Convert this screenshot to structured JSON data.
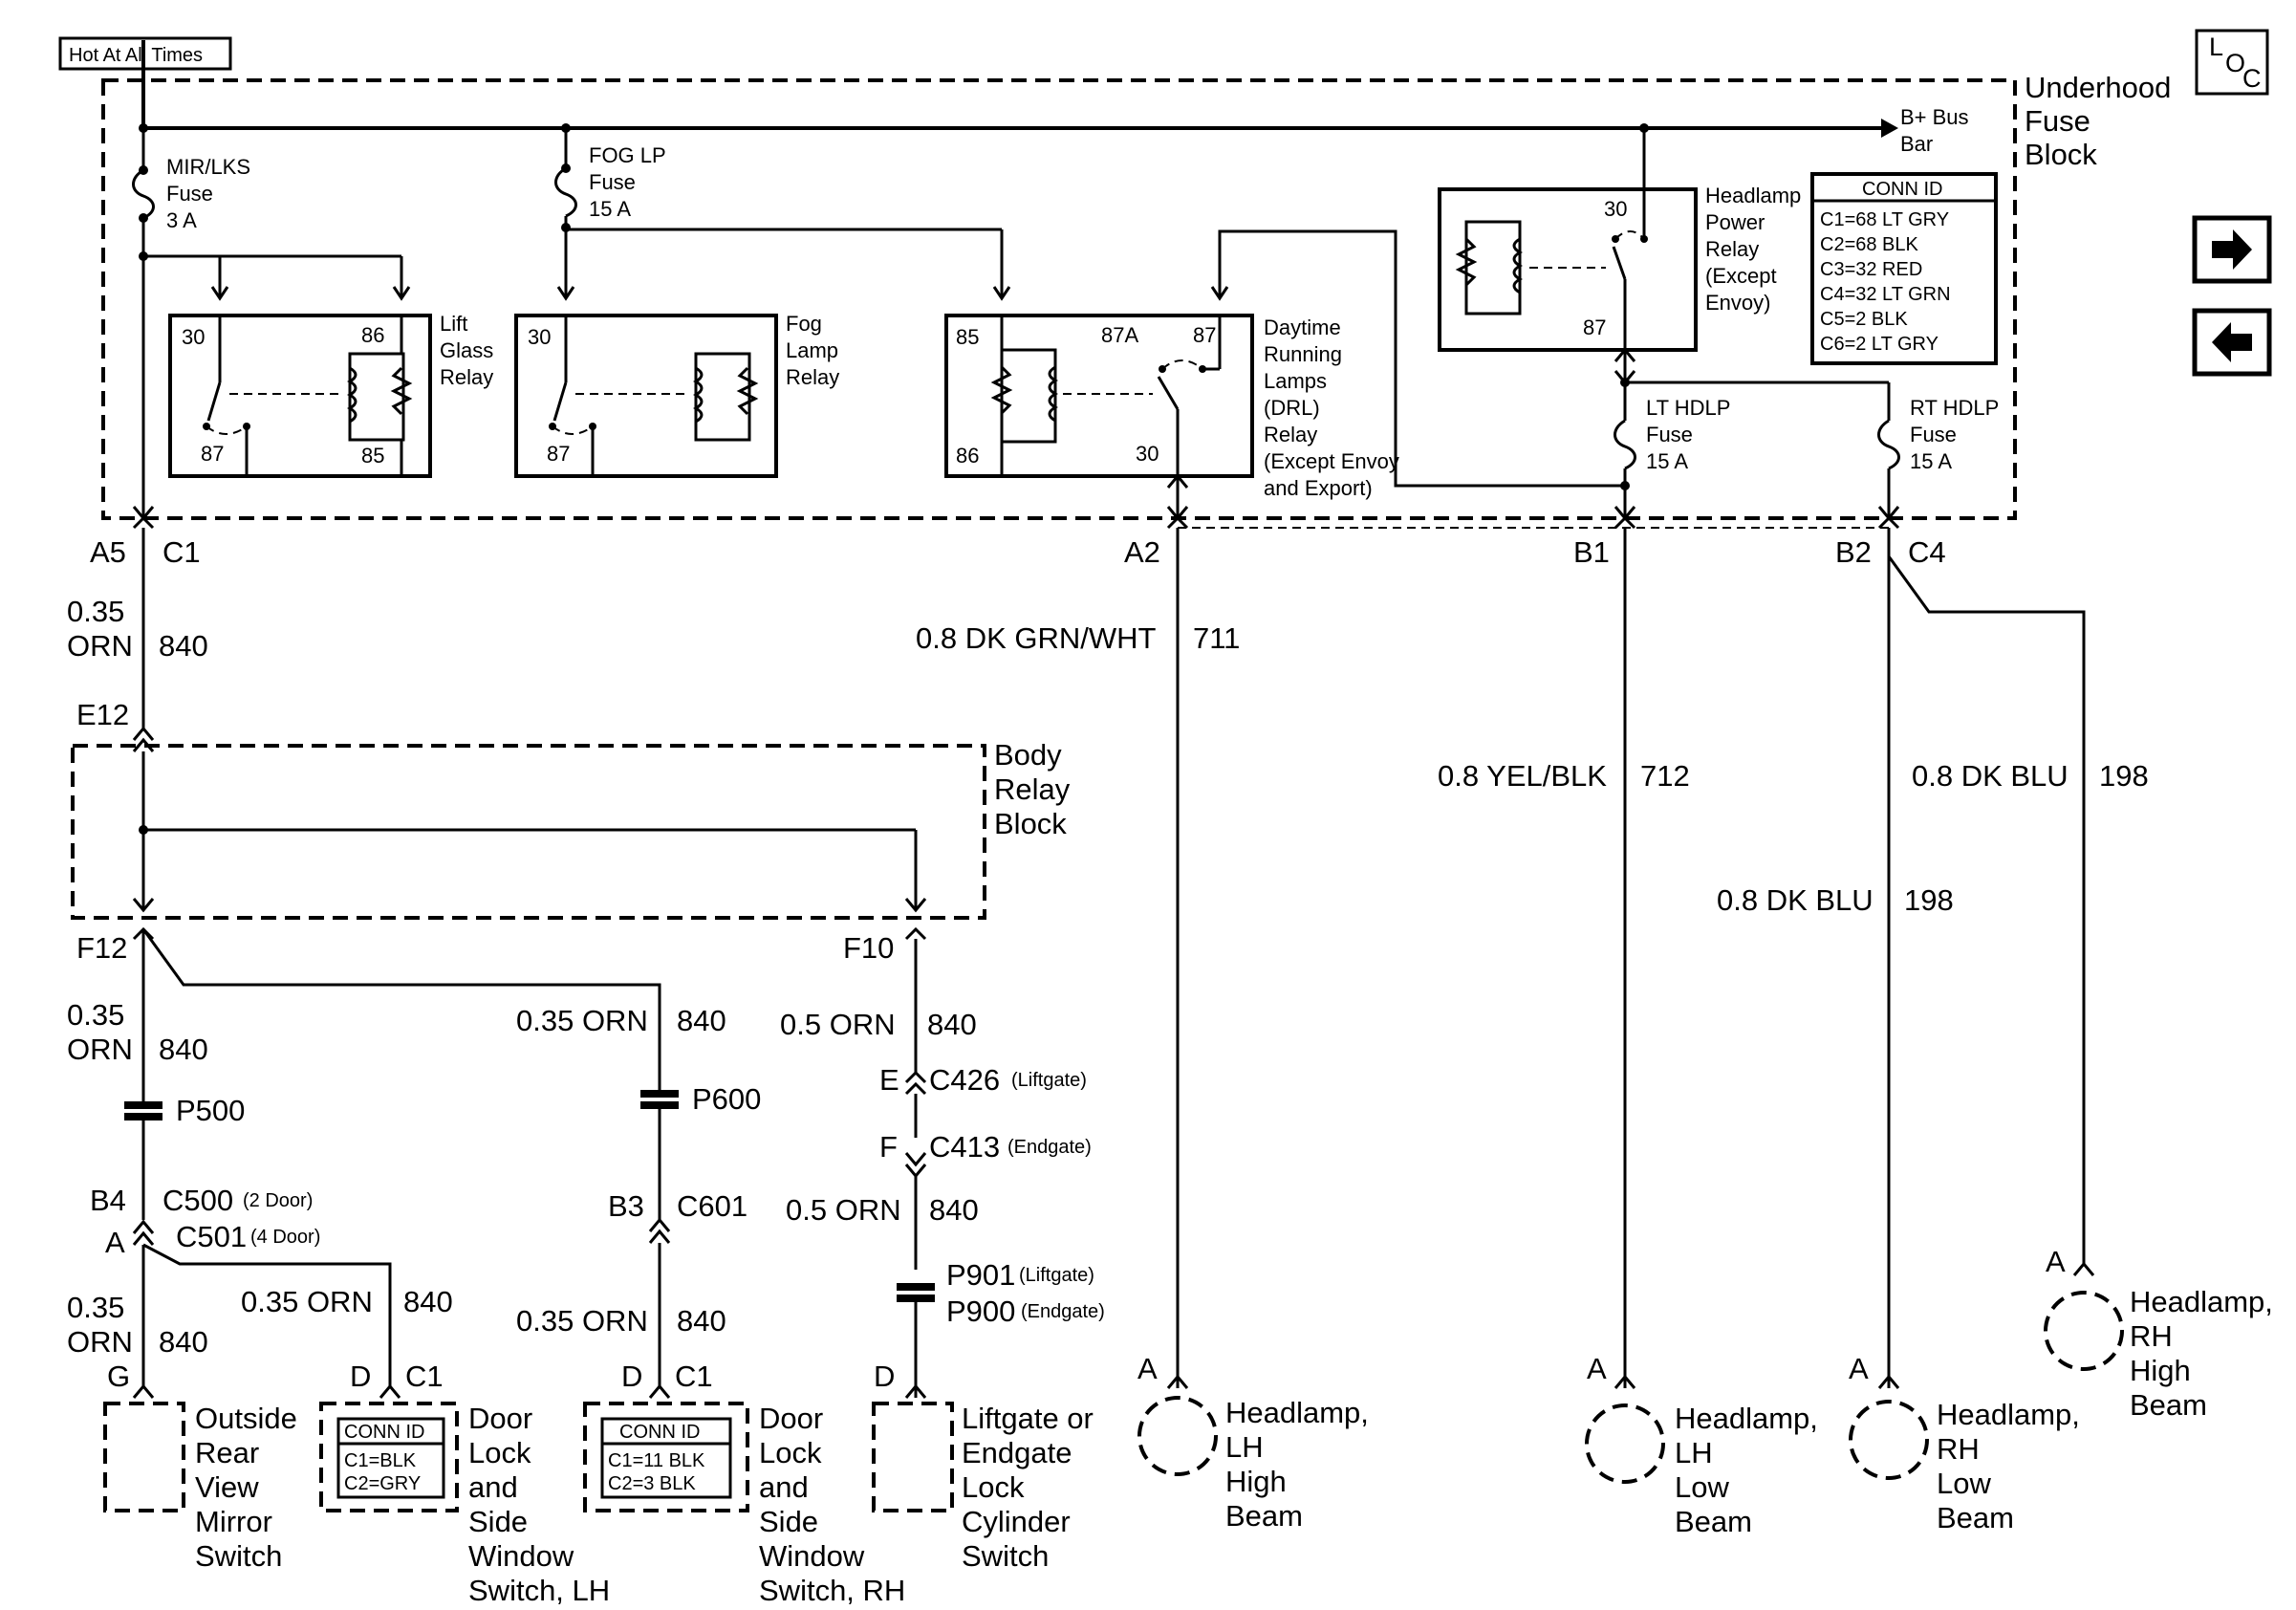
{
  "header": {
    "hot_label": "Hot At All Times"
  },
  "loc_icon": {
    "l": "L",
    "o": "O",
    "c": "C"
  },
  "underhood": {
    "title": [
      "Underhood",
      "Fuse",
      "Block"
    ],
    "bplus": [
      "B+ Bus",
      "Bar"
    ],
    "mir_fuse": [
      "MIR/LKS",
      "Fuse",
      "3 A"
    ],
    "fog_fuse": [
      "FOG LP",
      "Fuse",
      "15 A"
    ],
    "lt_hdlp_fuse": [
      "LT HDLP",
      "Fuse",
      "15 A"
    ],
    "rt_hdlp_fuse": [
      "RT HDLP",
      "Fuse",
      "15 A"
    ],
    "conn_id": {
      "title": "CONN ID",
      "rows": [
        "C1=68 LT GRY",
        "C2=68 BLK",
        "C3=32 RED",
        "C4=32 LT GRN",
        "C5=2 BLK",
        "C6=2 LT GRY"
      ]
    },
    "lift_relay": {
      "label": [
        "Lift",
        "Glass",
        "Relay"
      ],
      "p30": "30",
      "p86": "86",
      "p87": "87",
      "p85": "85"
    },
    "fog_relay": {
      "label": [
        "Fog",
        "Lamp",
        "Relay"
      ],
      "p30": "30",
      "p87": "87"
    },
    "drl_relay": {
      "label": [
        "Daytime",
        "Running",
        "Lamps",
        "(DRL)",
        "Relay",
        "(Except Envoy",
        "and Export)"
      ],
      "p85": "85",
      "p86": "86",
      "p87a": "87A",
      "p87": "87",
      "p30": "30"
    },
    "hdlp_relay": {
      "label": [
        "Headlamp",
        "Power",
        "Relay",
        "(Except",
        "Envoy)"
      ],
      "p30": "30",
      "p87": "87"
    }
  },
  "connectors": {
    "a5": "A5",
    "c1": "C1",
    "a2": "A2",
    "b1": "B1",
    "b2": "B2",
    "c4": "C4",
    "e12": "E12",
    "f12": "F12",
    "f10": "F10",
    "p500": "P500",
    "p600": "P600",
    "b4": "B4",
    "c500": "C500",
    "c500_note": "(2 Door)",
    "a_c501": "A",
    "c501": "C501",
    "c501_note": "(4 Door)",
    "b3": "B3",
    "c601": "C601",
    "e_c426": "E",
    "c426": "C426",
    "c426_note": "(Liftgate)",
    "f_c413": "F",
    "c413": "C413",
    "c413_note": "(Endgate)",
    "p901": "P901",
    "p901_note": "(Liftgate)",
    "p900": "P900",
    "p900_note": "(Endgate)",
    "g_mirror": "G",
    "d_lh": "D",
    "c1_lh": "C1",
    "d_rh": "D",
    "c1_rh": "C1",
    "d_lift": "D",
    "a_lh_high": "A",
    "a_lh_low": "A",
    "a_rh_low": "A",
    "a_rh_high": "A"
  },
  "wires": {
    "top_left": {
      "size": "0.35",
      "color": "ORN",
      "circuit": "840"
    },
    "drl": {
      "label": "0.8 DK GRN/WHT",
      "circuit": "711"
    },
    "lt_hdlp": {
      "label": "0.8 YEL/BLK",
      "circuit": "712"
    },
    "c4_out": {
      "label": "0.8 DK BLU",
      "circuit": "198"
    },
    "rt_hdlp": {
      "label": "0.8 DK BLU",
      "circuit": "198"
    },
    "f12_out": {
      "size": "0.35",
      "color": "ORN",
      "circuit": "840"
    },
    "p600_in": {
      "label": "0.35 ORN",
      "circuit": "840"
    },
    "f10_out": {
      "label": "0.5 ORN",
      "circuit": "840"
    },
    "lift_mid": {
      "label": "0.5 ORN",
      "circuit": "840"
    },
    "mirror": {
      "size": "0.35",
      "color": "ORN",
      "circuit": "840"
    },
    "door_lh": {
      "label": "0.35 ORN",
      "circuit": "840"
    },
    "door_rh": {
      "label": "0.35 ORN",
      "circuit": "840"
    }
  },
  "body_relay": {
    "title": [
      "Body",
      "Relay",
      "Block"
    ]
  },
  "components": {
    "mirror": [
      "Outside",
      "Rear",
      "View",
      "Mirror",
      "Switch"
    ],
    "door_lh": [
      "Door",
      "Lock",
      "and",
      "Side",
      "Window",
      "Switch, LH"
    ],
    "door_lh_conn": {
      "title": "CONN ID",
      "rows": [
        "C1=BLK",
        "C2=GRY"
      ]
    },
    "door_rh": [
      "Door",
      "Lock",
      "and",
      "Side",
      "Window",
      "Switch, RH"
    ],
    "door_rh_conn": {
      "title": "CONN ID",
      "rows": [
        "C1=11 BLK",
        "C2=3 BLK"
      ]
    },
    "liftgate": [
      "Liftgate or",
      "Endgate",
      "Lock",
      "Cylinder",
      "Switch"
    ],
    "hl_lh_high": [
      "Headlamp,",
      "LH",
      "High",
      "Beam"
    ],
    "hl_lh_low": [
      "Headlamp,",
      "LH",
      "Low",
      "Beam"
    ],
    "hl_rh_low": [
      "Headlamp,",
      "RH",
      "Low",
      "Beam"
    ],
    "hl_rh_high": [
      "Headlamp,",
      "RH",
      "High",
      "Beam"
    ]
  }
}
